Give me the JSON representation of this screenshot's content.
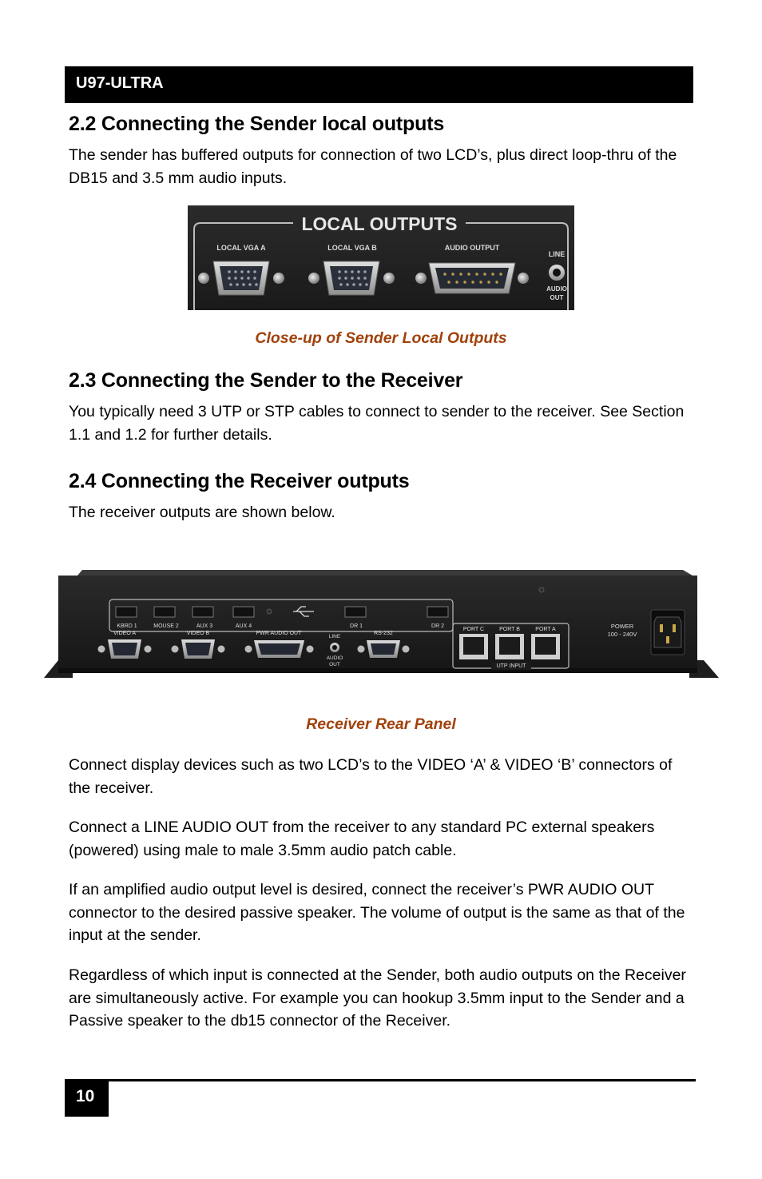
{
  "header": {
    "title": "U97-ULTRA"
  },
  "sections": [
    {
      "title": "2.2 Connecting the Sender local outputs",
      "text": "The sender has buffered outputs for connection of two LCD’s, plus direct loop-thru of the DB15 and 3.5 mm audio inputs."
    },
    {
      "title": "2.3 Connecting the Sender to the Receiver",
      "text": "You typically need 3 UTP or STP cables to connect to sender to the receiver. See Section 1.1 and 1.2 for further details."
    },
    {
      "title": "2.4 Connecting the Receiver outputs",
      "text": "The receiver outputs are shown below."
    }
  ],
  "figure1": {
    "caption": "Close-up of Sender Local Outputs",
    "panel_title": "LOCAL OUTPUTS",
    "labels": {
      "vga_a": "LOCAL VGA A",
      "vga_b": "LOCAL VGA B",
      "audio_output": "AUDIO OUTPUT",
      "line": "LINE",
      "audio": "AUDIO",
      "out": "OUT"
    }
  },
  "figure2": {
    "caption": "Receiver Rear Panel",
    "usb_labels": [
      "KBRD 1",
      "MOUSE 2",
      "AUX 3",
      "AUX 4",
      "DR 1",
      "DR 2"
    ],
    "labels": {
      "video_a": "VIDEO A",
      "video_b": "VIDEO B",
      "pwr_audio_out": "PWR AUDIO OUT",
      "line": "LINE",
      "audio": "AUDIO",
      "out": "OUT",
      "rs232": "RS-232",
      "port_c": "PORT C",
      "port_b": "PORT B",
      "port_a": "PORT A",
      "utp_input": "UTP INPUT",
      "power": "POWER",
      "power_range": "100 - 240V"
    }
  },
  "paragraphs": [
    "Connect display devices such as two LCD’s to the VIDEO ‘A’ & VIDEO ‘B’ connectors of the receiver.",
    "Connect a LINE AUDIO OUT from the receiver to any standard PC external speakers (powered) using male to male 3.5mm audio patch cable.",
    "If an amplified audio output level is desired, connect the receiver’s PWR AUDIO OUT connector to the desired passive speaker. The volume of output is the same as that of the input at the sender.",
    "Regardless of which input is connected at the Sender, both audio outputs on the Receiver are simultaneously active. For example you can hookup 3.5mm input to the Sender and a Passive speaker to the db15 connector of the Receiver."
  ],
  "footer": {
    "page_number": "10"
  }
}
